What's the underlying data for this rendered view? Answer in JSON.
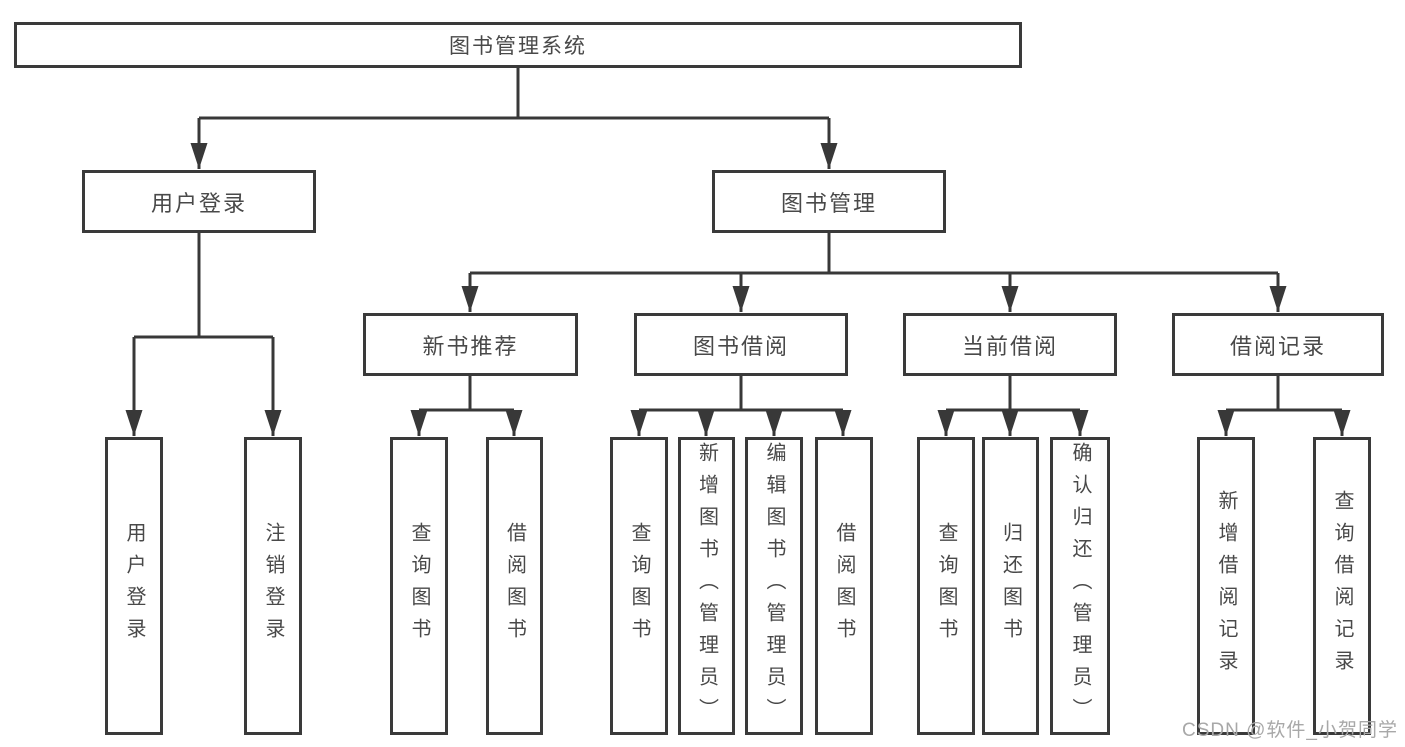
{
  "diagram": {
    "root": {
      "label": "图书管理系统"
    },
    "branches": [
      {
        "label": "用户登录",
        "leaves": [
          "用户登录",
          "注销登录"
        ]
      },
      {
        "label": "图书管理",
        "children": [
          {
            "label": "新书推荐",
            "leaves": [
              "查询图书",
              "借阅图书"
            ]
          },
          {
            "label": "图书借阅",
            "leaves": [
              "查询图书",
              "新增图书（管理员）",
              "编辑图书（管理员）",
              "借阅图书"
            ]
          },
          {
            "label": "当前借阅",
            "leaves": [
              "查询图书",
              "归还图书",
              "确认归还（管理员）"
            ]
          },
          {
            "label": "借阅记录",
            "leaves": [
              "新增借阅记录",
              "查询借阅记录"
            ]
          }
        ]
      }
    ]
  },
  "watermark": {
    "text": "CSDN @软件_小贺同学"
  },
  "colors": {
    "background": "#ffffff",
    "line": "#383838",
    "box_border": "#3a3a3a",
    "box_fill": "#ffffff",
    "text": "#494949",
    "watermark": "#a8a8a8"
  }
}
